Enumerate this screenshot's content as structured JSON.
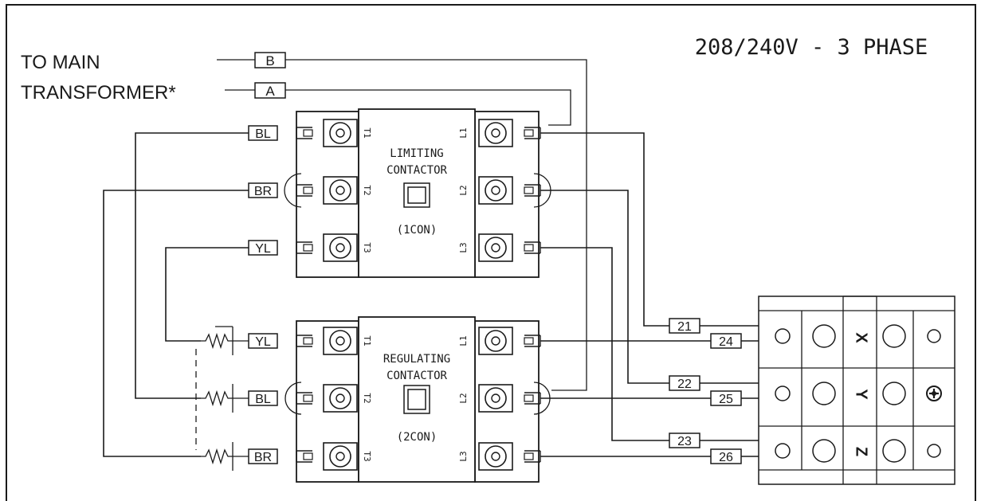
{
  "title": "208/240V - 3 PHASE",
  "main_transformer": {
    "line1": "TO MAIN",
    "line2": "TRANSFORMER*"
  },
  "wire_tags": {
    "b": "B",
    "a": "A"
  },
  "limiting_contactor": {
    "line1": "LIMITING",
    "line2": "CONTACTOR",
    "id": "(1CON)",
    "left_terminals": [
      "T1",
      "T2",
      "T3"
    ],
    "right_terminals": [
      "L1",
      "L2",
      "L3"
    ],
    "left_wire_labels": [
      "BL",
      "BR",
      "YL"
    ]
  },
  "regulating_contactor": {
    "line1": "REGULATING",
    "line2": "CONTACTOR",
    "id": "(2CON)",
    "left_terminals": [
      "T1",
      "T2",
      "T3"
    ],
    "right_terminals": [
      "L1",
      "L2",
      "L3"
    ],
    "left_wire_labels": [
      "YL",
      "BL",
      "BR"
    ]
  },
  "wire_numbers": {
    "upper": [
      "21",
      "22",
      "23"
    ],
    "lower": [
      "24",
      "25",
      "26"
    ]
  },
  "terminal_block": {
    "phases": [
      "X",
      "Y",
      "Z"
    ]
  },
  "icons": {
    "ground": "ground-icon",
    "resistor": "resistor-icon"
  }
}
